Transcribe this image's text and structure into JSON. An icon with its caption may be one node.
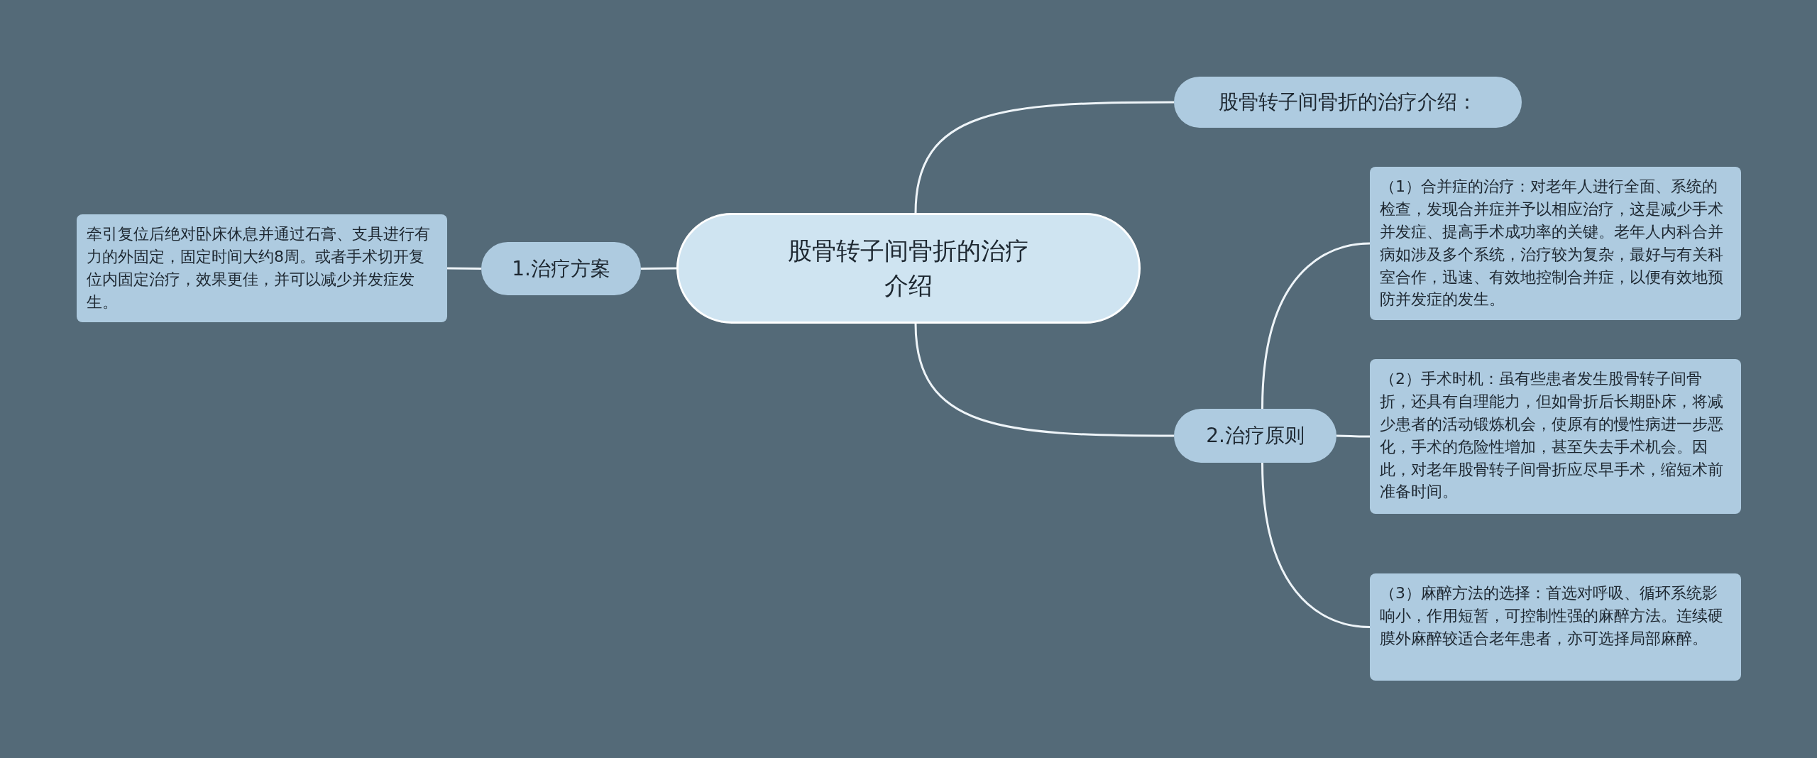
{
  "diagram": {
    "nodes": [
      {
        "text": [
          "股骨转子间骨折的治疗介绍"
        ]
      },
      {
        "text": [
          "股骨转子间骨折的治疗介绍："
        ]
      },
      {
        "text": [
          "1.治疗方案"
        ]
      },
      {
        "text": [
          "牵引复位后绝对卧床休息并通过石膏、支具进行有力的外固定，固定时间大约8周。或者手术切开复位内固定治疗，效果更佳，并可以减少并发症发生。"
        ]
      },
      {
        "text": [
          "2.治疗原则"
        ]
      },
      {
        "text": [
          "（1）合并症的治疗：对老年人进行全面、系统的检查，发现合并症并予以相应治疗，这是减少手术并发症、提高手术成功率的关键。老年人内科合并病如涉及多个系统，治疗较为复杂，最好与有关科室合作，迅速、有效地控制合并症，以便有效地预防并发症的发生。"
        ]
      },
      {
        "text": [
          "（2）手术时机：虽有些患者发生股骨转子间骨折，还具有自理能力，但如骨折后长期卧床，将减少患者的活动锻炼机会，使原有的慢性病进一步恶化，手术的危险性增加，甚至失去手术机会。因此，对老年股骨转子间骨折应尽早手术，缩短术前准备时间。"
        ]
      },
      {
        "text": [
          "（3）麻醉方法的选择：首选对呼吸、循环系统影响小，作用短暂，可控制性强的麻醉方法。连续硬膜外麻醉较适合老年患者，亦可选择局部麻醉。"
        ]
      }
    ],
    "edges": [
      {
        "from": 0,
        "to": 1,
        "arrow": "none"
      },
      {
        "from": 0,
        "to": 2,
        "arrow": "none"
      },
      {
        "from": 2,
        "to": 3,
        "arrow": "none"
      },
      {
        "from": 0,
        "to": 4,
        "arrow": "none"
      },
      {
        "from": 4,
        "to": 5,
        "arrow": "none"
      },
      {
        "from": 4,
        "to": 6,
        "arrow": "none"
      },
      {
        "from": 4,
        "to": 7,
        "arrow": "none"
      }
    ]
  }
}
